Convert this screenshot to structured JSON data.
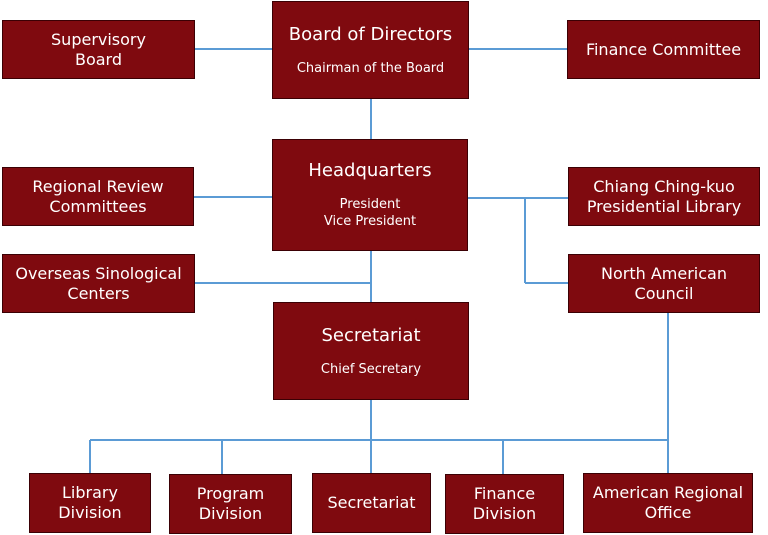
{
  "colors": {
    "box_fill": "#7f0a0f",
    "box_text": "#ffffff",
    "connector": "#5b9bd5"
  },
  "board": {
    "title": "Board of Directors",
    "subtitle": "Chairman of the Board"
  },
  "supervisory": {
    "title": "Supervisory\nBoard"
  },
  "finance_committee": {
    "title": "Finance Committee"
  },
  "headquarters": {
    "title": "Headquarters",
    "subtitle": "President\nVice President"
  },
  "regional_review": {
    "title": "Regional Review\nCommittees"
  },
  "library_ccc": {
    "title": "Chiang Ching-kuo\nPresidential Library"
  },
  "overseas": {
    "title": "Overseas Sinological\nCenters"
  },
  "north_american": {
    "title": "North American\nCouncil"
  },
  "secretariat": {
    "title": "Secretariat",
    "subtitle": "Chief Secretary"
  },
  "divisions": [
    {
      "title": "Library\nDivision"
    },
    {
      "title": "Program\nDivision"
    },
    {
      "title": "Secretariat"
    },
    {
      "title": "Finance\nDivision"
    },
    {
      "title": "American Regional\nOffice"
    }
  ]
}
